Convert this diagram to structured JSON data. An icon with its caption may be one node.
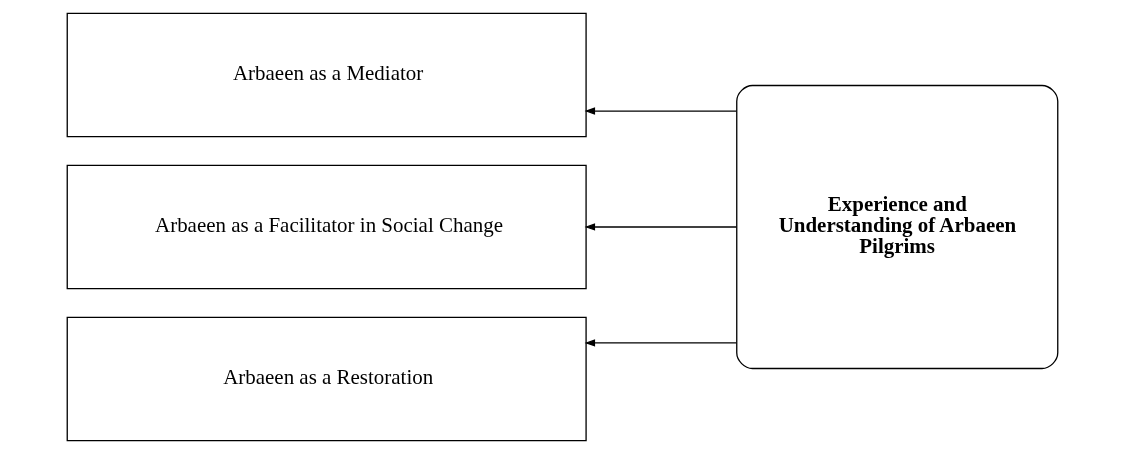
{
  "diagram": {
    "nodes": [
      {
        "text": [
          "Arbaeen as a Mediator"
        ]
      },
      {
        "text": [
          "Arbaeen as a Facilitator in Social Change"
        ]
      },
      {
        "text": [
          "Arbaeen as a Restoration"
        ]
      },
      {
        "text": [
          "Experience and Understanding of Arbaeen Pilgrims"
        ]
      }
    ],
    "edges": [
      {
        "from": 3,
        "to": 0,
        "arrow": "to"
      },
      {
        "from": 3,
        "to": 1,
        "arrow": "to"
      },
      {
        "from": 3,
        "to": 2,
        "arrow": "to"
      }
    ]
  }
}
